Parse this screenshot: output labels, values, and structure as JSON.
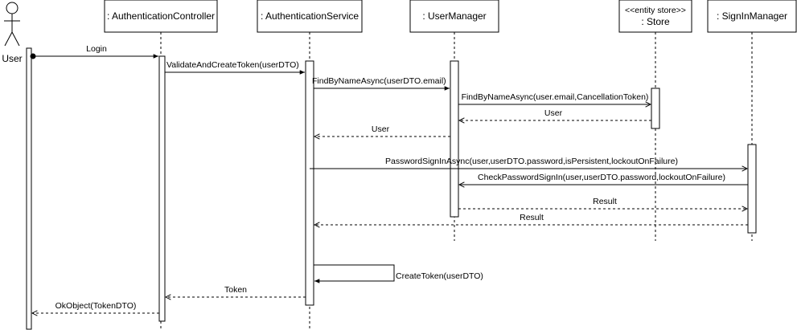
{
  "participants": {
    "user": "User",
    "controller": ": AuthenticationController",
    "service": ": AuthenticationService",
    "manager": ": UserManager",
    "store_stereotype": "<<entity store>>",
    "store": ": Store",
    "signin": ": SignInManager"
  },
  "messages": {
    "m1": "Login",
    "m2": "ValidateAndCreateToken(userDTO)",
    "m3": "FindByNameAsync(userDTO.email)",
    "m4": "FindByNameAsync(user.email,CancellationToken)",
    "m5": "User",
    "m6": "User",
    "m7": "PasswordSignInAsync(user,userDTO.password,isPersistent,lockoutOnFailure)",
    "m8": "CheckPasswordSignIn(user,userDTO.password,lockoutOnFailure)",
    "m9": "Result",
    "m10": "Result",
    "m11": "CreateToken(userDTO)",
    "m12": "Token",
    "m13": "OkObject(TokenDTO)"
  }
}
